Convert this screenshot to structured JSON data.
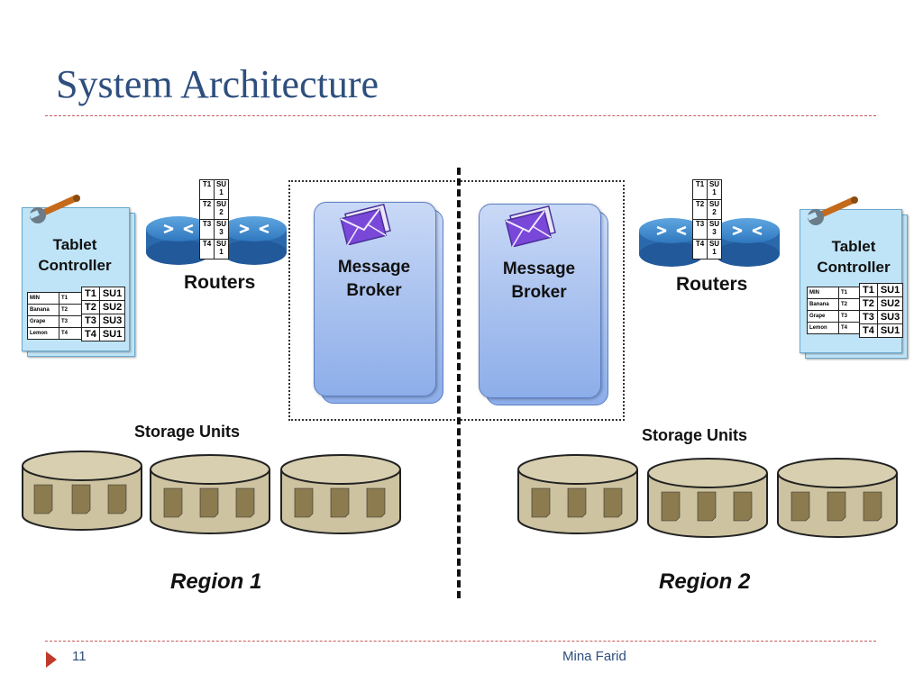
{
  "slide": {
    "title": "System Architecture",
    "page_number": "11",
    "author": "Mina Farid"
  },
  "regions": [
    {
      "name": "Region 1",
      "tablet_controller": {
        "title_line1": "Tablet",
        "title_line2": "Controller",
        "min_table": [
          [
            "MIN",
            "T1"
          ],
          [
            "Banana",
            "T2"
          ],
          [
            "Grape",
            "T3"
          ],
          [
            "Lemon",
            "T4"
          ]
        ],
        "su_table": [
          [
            "T1",
            "SU1"
          ],
          [
            "T2",
            "SU2"
          ],
          [
            "T3",
            "SU3"
          ],
          [
            "T4",
            "SU1"
          ]
        ]
      },
      "routers_label": "Routers",
      "router_table": [
        [
          "T1",
          "SU 1"
        ],
        [
          "T2",
          "SU 2"
        ],
        [
          "T3",
          "SU 3"
        ],
        [
          "T4",
          "SU 1"
        ]
      ],
      "message_broker": {
        "line1": "Message",
        "line2": "Broker"
      },
      "storage_units_label": "Storage Units"
    },
    {
      "name": "Region 2",
      "tablet_controller": {
        "title_line1": "Tablet",
        "title_line2": "Controller",
        "min_table": [
          [
            "MIN",
            "T1"
          ],
          [
            "Banana",
            "T2"
          ],
          [
            "Grape",
            "T3"
          ],
          [
            "Lemon",
            "T4"
          ]
        ],
        "su_table": [
          [
            "T1",
            "SU1"
          ],
          [
            "T2",
            "SU2"
          ],
          [
            "T3",
            "SU3"
          ],
          [
            "T4",
            "SU1"
          ]
        ]
      },
      "routers_label": "Routers",
      "router_table": [
        [
          "T1",
          "SU 1"
        ],
        [
          "T2",
          "SU 2"
        ],
        [
          "T3",
          "SU 3"
        ],
        [
          "T4",
          "SU 1"
        ]
      ],
      "message_broker": {
        "line1": "Message",
        "line2": "Broker"
      },
      "storage_units_label": "Storage Units"
    }
  ],
  "icons": [
    "wrench-icon",
    "router-icon",
    "envelope-icon",
    "storage-cylinder-icon",
    "bullet-triangle-icon"
  ],
  "colors": {
    "title": "#2e4f7e",
    "rule": "#c8585a",
    "bullet": "#c0392b",
    "controller": "#bfe4f7",
    "broker": "#a7c0ee",
    "router": "#3f86c8",
    "storage": "#cdc3a0"
  }
}
